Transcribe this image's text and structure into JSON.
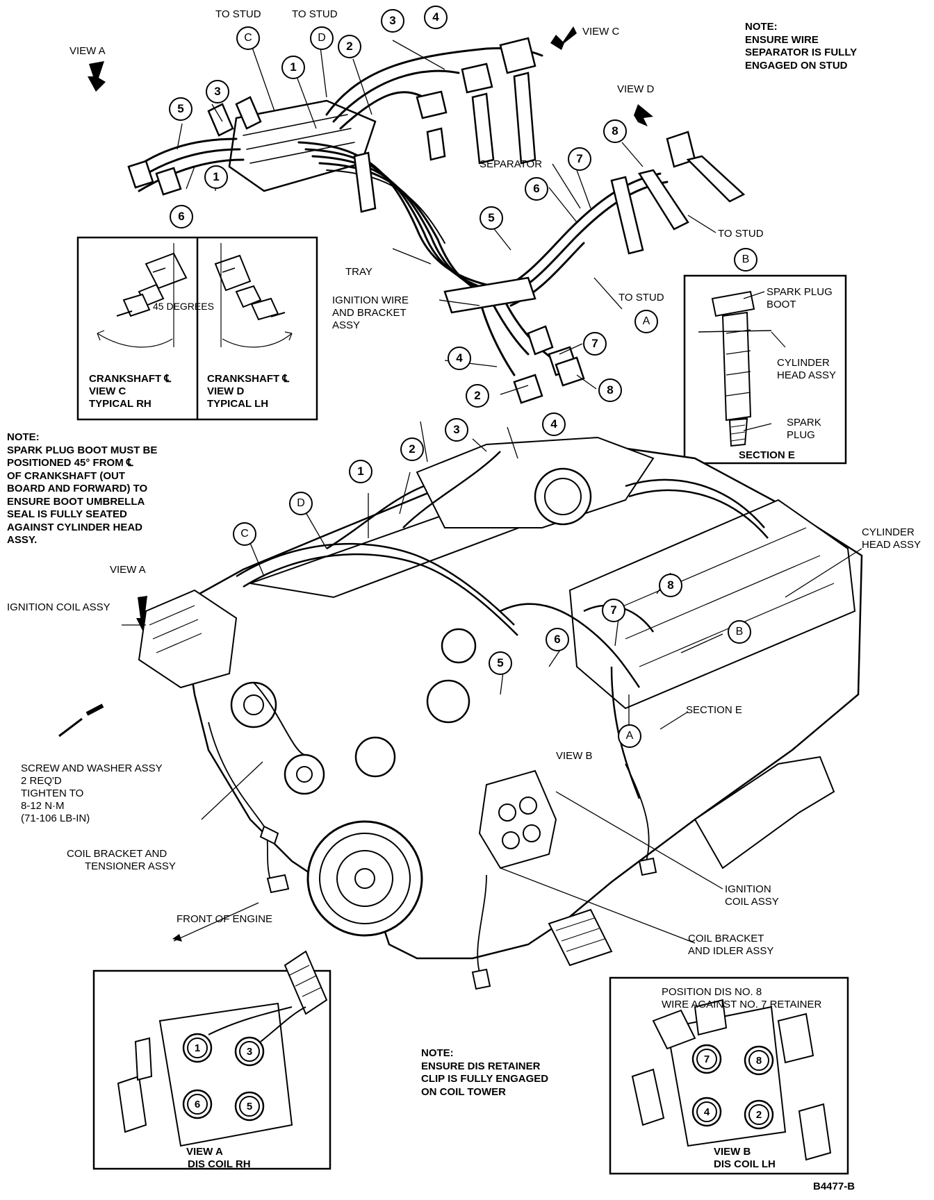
{
  "figure_id": "B4477-B",
  "view_labels": {
    "view_a": "VIEW A",
    "view_b": "VIEW B",
    "view_c": "VIEW C",
    "view_d": "VIEW D",
    "view_a_engine": "VIEW A"
  },
  "stud_labels": {
    "c": "TO STUD",
    "d": "TO STUD",
    "b": "TO STUD",
    "a": "TO STUD"
  },
  "notes": {
    "separator": [
      "NOTE:",
      "ENSURE WIRE",
      "SEPARATOR IS FULLY",
      "ENGAGED ON STUD"
    ],
    "boot": [
      "NOTE:",
      "SPARK PLUG BOOT MUST BE",
      "POSITIONED 45° FROM ℄",
      "OF CRANKSHAFT (OUT",
      "BOARD AND FORWARD) TO",
      "ENSURE BOOT UMBRELLA",
      "SEAL IS FULLY SEATED",
      "AGAINST CYLINDER HEAD",
      "ASSY."
    ],
    "retainer": [
      "NOTE:",
      "ENSURE DIS RETAINER",
      "CLIP IS FULLY ENGAGED",
      "ON COIL TOWER"
    ]
  },
  "top_labels": {
    "separator": "SEPARATOR",
    "tray": "TRAY",
    "ignition_wire": [
      "IGNITION WIRE",
      "AND BRACKET",
      "ASSY"
    ]
  },
  "crank_box": {
    "degrees": "45 DEGREES",
    "left": [
      "CRANKSHAFT ℄",
      "VIEW C",
      "TYPICAL RH"
    ],
    "right": [
      "CRANKSHAFT ℄",
      "VIEW D",
      "TYPICAL LH"
    ]
  },
  "section_e_box": {
    "boot": [
      "SPARK PLUG",
      "BOOT"
    ],
    "head": [
      "CYLINDER",
      "HEAD ASSY"
    ],
    "plug": [
      "SPARK",
      "PLUG"
    ],
    "title": "SECTION E"
  },
  "engine_labels": {
    "cylinder_head": [
      "CYLINDER",
      "HEAD ASSY"
    ],
    "ignition_coil_left": "IGNITION COIL ASSY",
    "screw": [
      "SCREW AND WASHER ASSY",
      "2 REQ'D",
      "TIGHTEN TO",
      "8-12 N·m",
      "(71-106 LB-IN)"
    ],
    "coil_tensioner": [
      "COIL BRACKET AND",
      "TENSIONER ASSY"
    ],
    "front": "FRONT OF ENGINE",
    "section_e": "SECTION E",
    "ignition_coil_right": [
      "IGNITION",
      "COIL ASSY"
    ],
    "coil_idler": [
      "COIL BRACKET",
      "AND IDLER ASSY"
    ]
  },
  "dis_rh_box": {
    "caption": [
      "VIEW A",
      "DIS COIL RH"
    ],
    "towers": [
      "1",
      "3",
      "6",
      "5"
    ]
  },
  "dis_lh_box": {
    "note": [
      "POSITION DIS NO. 8",
      "WIRE AGAINST NO. 7 RETAINER"
    ],
    "caption": [
      "VIEW B",
      "DIS COIL LH"
    ],
    "towers": [
      "7",
      "8",
      "4",
      "2"
    ]
  },
  "callouts_top": [
    "C",
    "D",
    "1",
    "2",
    "3",
    "4",
    "5",
    "3",
    "1",
    "6",
    "8",
    "7",
    "6",
    "5",
    "B",
    "A",
    "4",
    "7",
    "2",
    "8"
  ],
  "callouts_engine": [
    "3",
    "4",
    "2",
    "1",
    "D",
    "C",
    "8",
    "7",
    "B",
    "6",
    "5",
    "A"
  ]
}
